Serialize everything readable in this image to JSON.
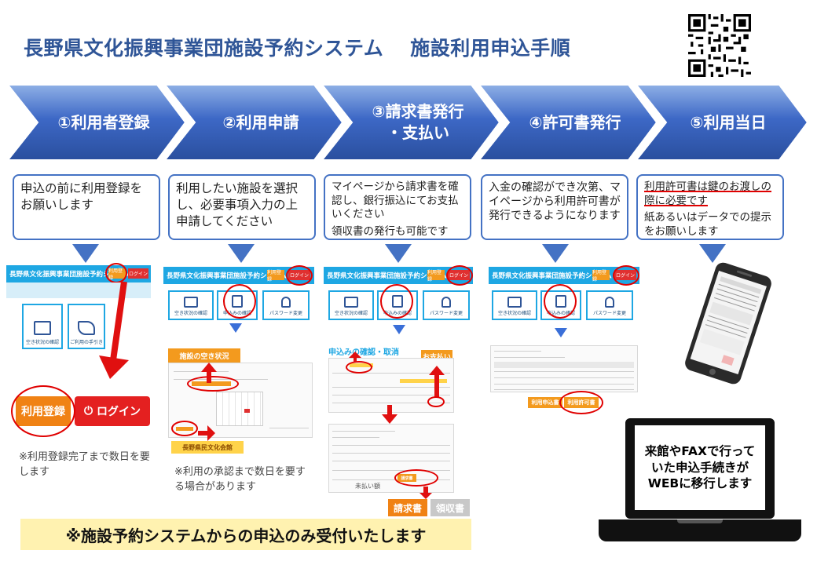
{
  "title": {
    "main": "長野県文化振興事業団施設予約システム",
    "sub": "施設利用申込手順"
  },
  "steps": [
    {
      "label": "①利用者登録"
    },
    {
      "label": "②利用申請"
    },
    {
      "label_line1": "③請求書発行",
      "label_line2": "・支払い"
    },
    {
      "label": "④許可書発行"
    },
    {
      "label": "⑤利用当日"
    }
  ],
  "descriptions": [
    {
      "text": "申込の前に利用登録をお願いします"
    },
    {
      "text": "利用したい施設を選択し、必要事項入力の上申請してください"
    },
    {
      "text1": "マイページから請求書を確認し、銀行振込にてお支払いください",
      "text2": "領収書の発行も可能です"
    },
    {
      "text": "入金の確認ができ次第、マイページから利用許可書が発行できるようになります"
    },
    {
      "underlined": "利用許可書は鍵のお渡しの際に必要です",
      "text2": "紙あるいはデータでの提示をお願いします"
    }
  ],
  "screenshots": {
    "system_name": "長野県文化振興事業団施設予約システム",
    "register_button": "利用登録",
    "login_button": "ログイン",
    "tile_availability": "空き状況の確認",
    "tile_guide": "ご利用の手引き",
    "tile_application": "申込みの確認",
    "tile_password": "パスワード変更",
    "availability_heading": "施設の空き状況",
    "facility_name": "長野県民文化会館",
    "confirm_heading": "申込みの確認・取消",
    "pay_button": "お支払い",
    "invoice_button": "請求書",
    "receipt_button": "領収書",
    "unpaid_label": "未払い額",
    "application_button": "利用申込書",
    "permit_button": "利用許可書"
  },
  "notes": {
    "register_note": "※利用登録完了まで数日を要します",
    "approval_note": "※利用の承認まで数日を要する場合があります"
  },
  "banner": "※施設予約システムからの申込のみ受付いたします",
  "laptop_message": {
    "line1": "来館やFAXで行って",
    "line2": "いた申込手続きが",
    "line3": "WEBに移行します"
  },
  "colors": {
    "title": "#2f5597",
    "chevron": "#4472c4",
    "header_bar": "#1ea7e3",
    "orange_button": "#f08214",
    "red_button": "#e42020",
    "highlight_ring": "#e00000",
    "banner_bg": "#fff2b0"
  },
  "icons": [
    "qr-code-icon",
    "calendar-icon",
    "book-icon",
    "document-icon",
    "lock-icon",
    "power-icon",
    "smartphone-icon",
    "laptop-icon"
  ]
}
